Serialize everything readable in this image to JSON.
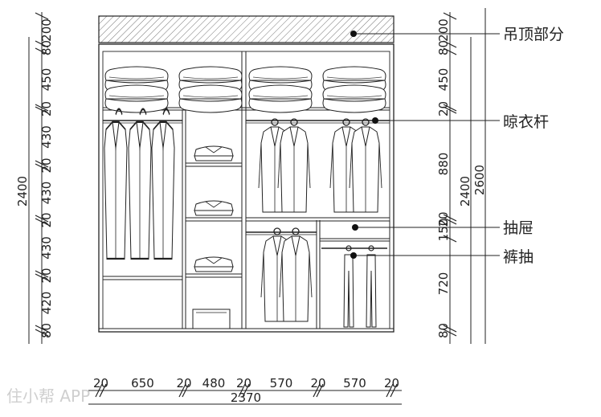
{
  "callouts": {
    "ceiling": "吊顶部分",
    "rail": "晾衣杆",
    "drawer": "抽屉",
    "trouser_pull": "裤抽"
  },
  "left_dimensions": [
    "200",
    "80",
    "450",
    "20",
    "430",
    "20",
    "430",
    "20",
    "430",
    "20",
    "420",
    "80"
  ],
  "left_total": "2400",
  "right_dimensions": [
    "200",
    "80",
    "450",
    "20",
    "880",
    "20",
    "150",
    "720",
    "80"
  ],
  "right_inner_total": "2400",
  "right_total": "2600",
  "bottom_dimensions": [
    "20",
    "650",
    "20",
    "480",
    "20",
    "570",
    "20",
    "570",
    "20"
  ],
  "bottom_total": "2370",
  "watermark": "住小帮 APP"
}
